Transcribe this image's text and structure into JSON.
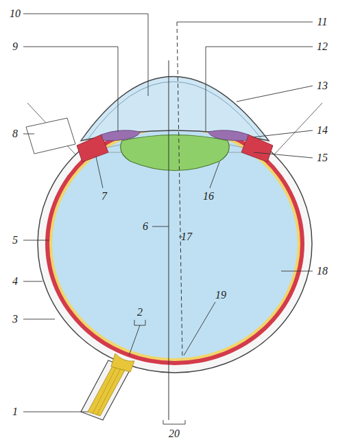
{
  "diagram": {
    "labels": [
      "10",
      "11",
      "9",
      "12",
      "13",
      "8",
      "14",
      "15",
      "7",
      "16",
      "6",
      "17",
      "5",
      "18",
      "4",
      "19",
      "3",
      "2",
      "1",
      "20"
    ]
  }
}
